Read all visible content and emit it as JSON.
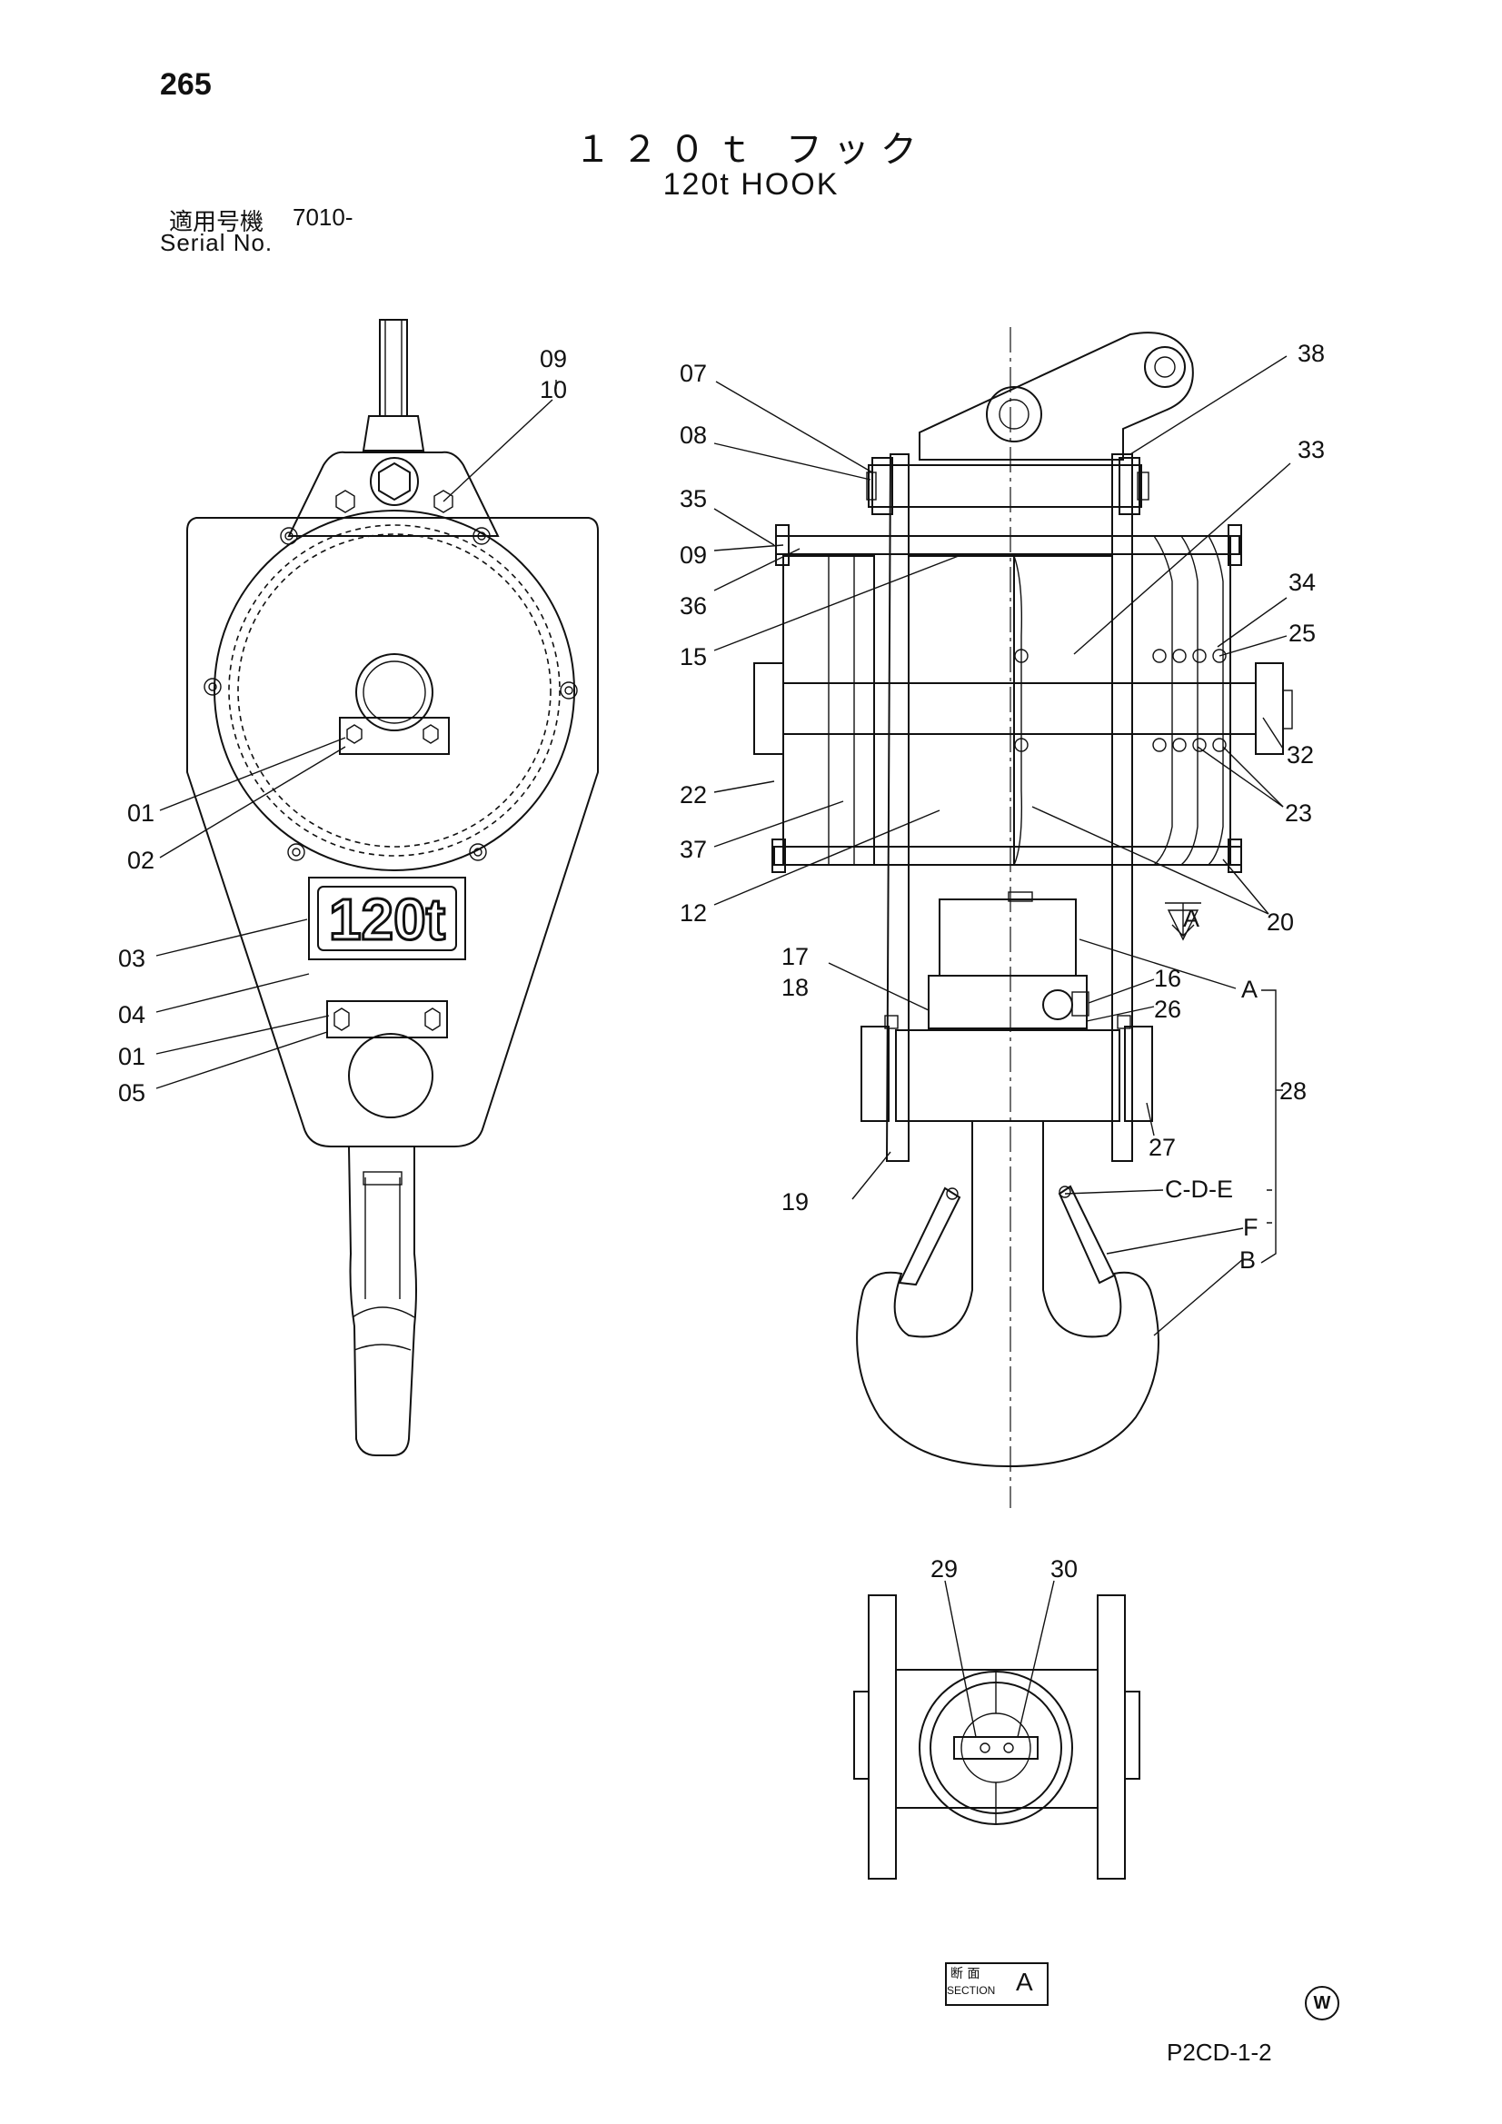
{
  "header": {
    "page_number": "265",
    "title_jp": "１２０ｔ フック",
    "title_en": "120t HOOK",
    "serial_label_jp": "適用号機",
    "serial_value": "7010-",
    "serial_label_en": "Serial No."
  },
  "plate": {
    "text": "120t"
  },
  "callouts": {
    "c09a": "09",
    "c10": "10",
    "c01a": "01",
    "c02": "02",
    "c03": "03",
    "c04": "04",
    "c01b": "01",
    "c05": "05",
    "c07": "07",
    "c08": "08",
    "c35": "35",
    "c09b": "09",
    "c36": "36",
    "c15": "15",
    "c22": "22",
    "c37": "37",
    "c12": "12",
    "c17": "17",
    "c18": "18",
    "c19": "19",
    "c38": "38",
    "c33": "33",
    "c34": "34",
    "c25": "25",
    "c32": "32",
    "c23": "23",
    "c20": "20",
    "c16": "16",
    "c26": "26",
    "cA": "A",
    "c28": "28",
    "c27": "27",
    "cCDE": "C-D-E",
    "cF": "F",
    "cB": "B",
    "c29": "29",
    "c30": "30",
    "cViewA": "A"
  },
  "footer": {
    "section_jp": "断 面",
    "section_en": "SECTION",
    "section_letter": "A",
    "code_mark": "W",
    "drawing_code": "P2CD-1-2"
  }
}
